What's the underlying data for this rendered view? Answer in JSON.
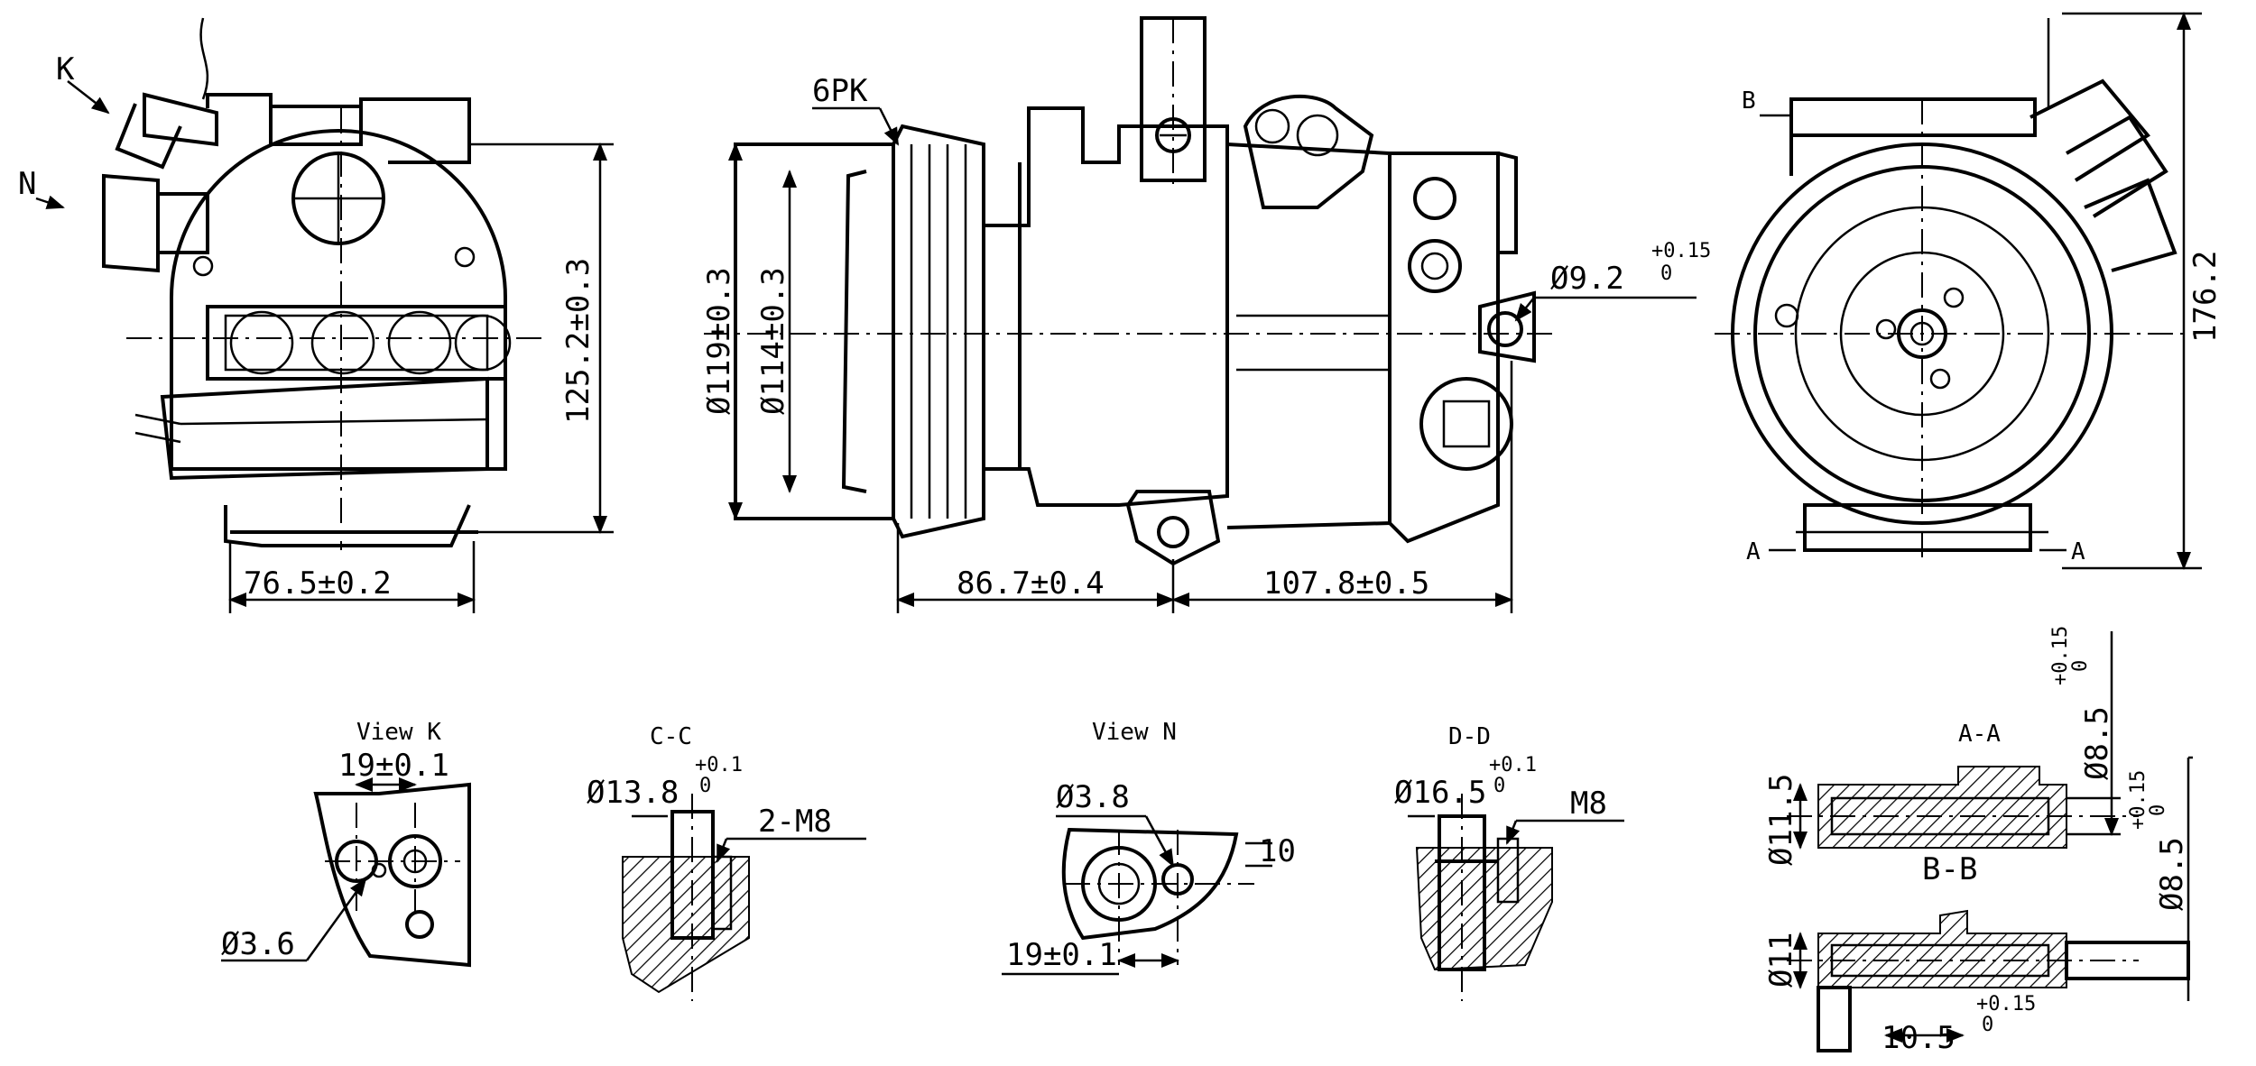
{
  "dimensions": {
    "front_width": "76.5±0.2",
    "front_height": "125.2±0.3",
    "belt": "6PK",
    "pulley_outer": "Ø119±0.3",
    "pulley_inner": "Ø114±0.3",
    "mount_hole": "Ø9.2",
    "mount_hole_tol": "+0.15",
    "mount_hole_tol_low": "0",
    "len_front": "86.7±0.4",
    "len_rear": "107.8±0.5",
    "rear_height": "176.2"
  },
  "views": {
    "view_k": {
      "title": "View K",
      "spacing": "19±0.1",
      "hole": "Ø3.6"
    },
    "section_c": {
      "title": "C-C",
      "bore": "Ø13.8",
      "tol_high": "+0.1",
      "tol_low": "0",
      "thread": "2-M8"
    },
    "view_n": {
      "title": "View N",
      "hole": "Ø3.8",
      "spacing": "19±0.1",
      "ref_h": "10"
    },
    "section_d": {
      "title": "D-D",
      "bore": "Ø16.5",
      "tol_high": "+0.1",
      "tol_low": "0",
      "thread": "M8"
    },
    "section_a": {
      "title": "A-A",
      "sub_title": "B-B",
      "bore_top": "Ø11.5",
      "bore_bottom": "Ø11",
      "pin_top": "Ø8.5",
      "pin_bottom": "Ø8.5",
      "pin_tol_high": "+0.15",
      "pin_tol_low": "0",
      "length": "10.5",
      "length_tol_high": "+0.15",
      "length_tol_low": "0"
    }
  },
  "labels": {
    "arrow_k": "K",
    "arrow_n": "N",
    "section_b": "B",
    "section_a": "A"
  }
}
